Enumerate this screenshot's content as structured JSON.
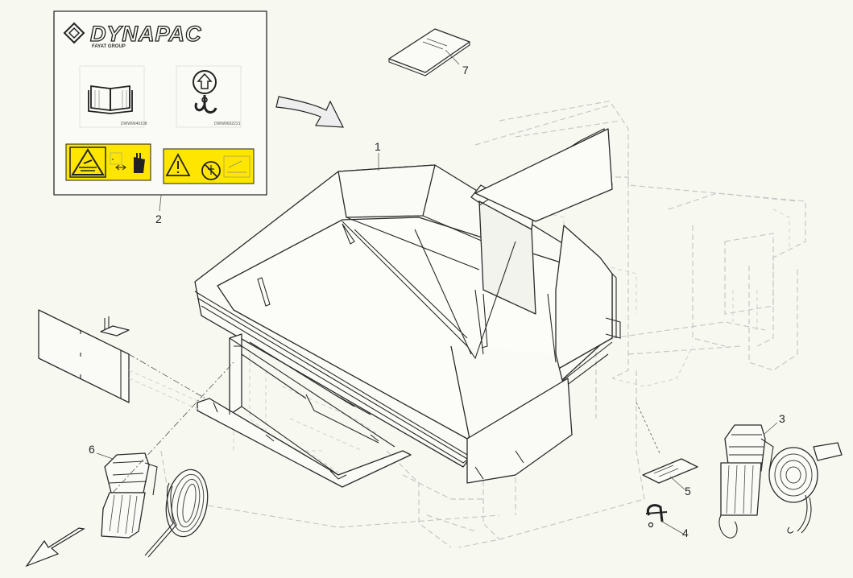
{
  "decal_sheet": {
    "brand": "DYNAPAC",
    "brand_sub": "FAYAT GROUP",
    "manual_code": "DWW9640108",
    "lift_code": "DWW9602221"
  },
  "callouts": [
    {
      "id": "1",
      "label": "1"
    },
    {
      "id": "2",
      "label": "2"
    },
    {
      "id": "3",
      "label": "3"
    },
    {
      "id": "4",
      "label": "4"
    },
    {
      "id": "5",
      "label": "5"
    },
    {
      "id": "6",
      "label": "6"
    },
    {
      "id": "7",
      "label": "7"
    }
  ],
  "icons": {
    "manual": "book-icon",
    "lift": "hook-lift-icon",
    "warning_crush": "crush-warning-icon",
    "warning_person": "keep-clear-warning-icon"
  },
  "colors": {
    "background": "#f7f9f1",
    "line": "#2a2a2a",
    "ghost": "#c7c7c7",
    "warning_yellow": "#ffe600"
  }
}
